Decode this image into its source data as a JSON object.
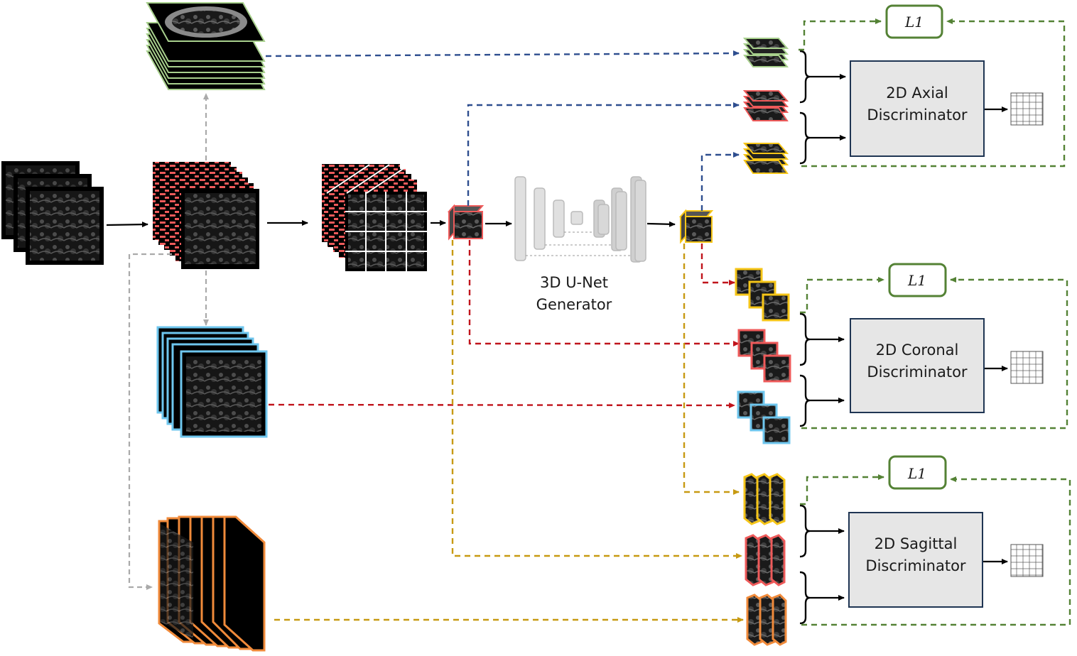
{
  "generator": {
    "line1": "3D U-Net",
    "line2": "Generator"
  },
  "discriminators": [
    {
      "line1": "2D Axial",
      "line2": "Discriminator",
      "loss": "L1"
    },
    {
      "line1": "2D Coronal",
      "line2": "Discriminator",
      "loss": "L1"
    },
    {
      "line1": "2D Sagittal",
      "line2": "Discriminator",
      "loss": "L1"
    }
  ],
  "colors": {
    "axial": "#2e4e8f",
    "coronal": "#c0141c",
    "sagittal": "#c79a12",
    "loss": "#548235",
    "preprocess": "#aaaaaa",
    "red_frame": "#ee5a5a",
    "blue_frame": "#6ec6ee",
    "orange_frame": "#f08a3a",
    "yellow_frame": "#f5c518",
    "green_frame": "#a8d08d",
    "disc_fill": "#e6e6e6",
    "disc_stroke": "#1f3553"
  }
}
